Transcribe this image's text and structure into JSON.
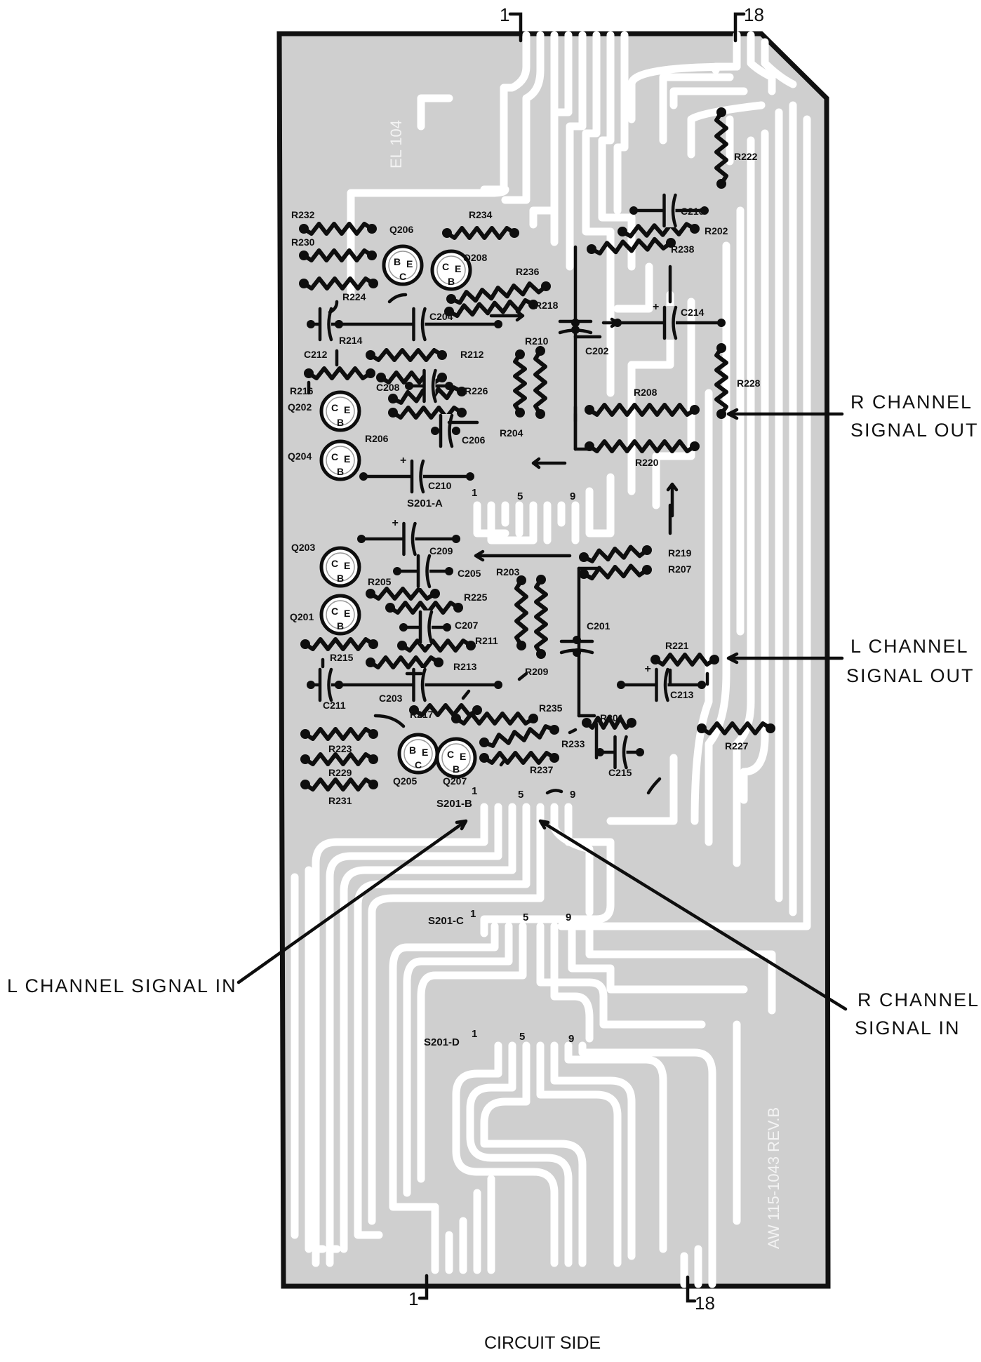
{
  "edge_pins": {
    "top_left": "1",
    "top_right": "18",
    "bottom_left": "1",
    "bottom_right": "18"
  },
  "board_markings": {
    "part_number_top": "EL 104",
    "part_number_bottom": "AW 115-1043 REV.B"
  },
  "callouts": {
    "r_out_1": "R CHANNEL",
    "r_out_2": "SIGNAL OUT",
    "l_out_1": "L CHANNEL",
    "l_out_2": "SIGNAL OUT",
    "l_in": "L CHANNEL SIGNAL IN",
    "r_in_1": "R CHANNEL",
    "r_in_2": "SIGNAL IN"
  },
  "caption": "CIRCUIT SIDE",
  "switch_sections": {
    "a": {
      "name": "S201-A",
      "pins": [
        "1",
        "5",
        "9"
      ]
    },
    "b": {
      "name": "S201-B",
      "pins": [
        "1",
        "5",
        "9"
      ]
    },
    "c": {
      "name": "S201-C",
      "pins": [
        "1",
        "5",
        "9"
      ]
    },
    "d": {
      "name": "S201-D",
      "pins": [
        "1",
        "5",
        "9"
      ]
    }
  },
  "resistors": {
    "R222": "R222",
    "R202": "R202",
    "R238": "R238",
    "R232": "R232",
    "R230": "R230",
    "R234": "R234",
    "R236": "R236",
    "R218": "R218",
    "R224": "R224",
    "R214": "R214",
    "R212": "R212",
    "R210": "R210",
    "R216": "R216",
    "R226": "R226",
    "R206": "R206",
    "R204": "R204",
    "R228": "R228",
    "R208": "R208",
    "R220": "R220",
    "R219": "R219",
    "R207": "R207",
    "R205": "R205",
    "R203": "R203",
    "R225": "R225",
    "R211": "R211",
    "R215": "R215",
    "R213": "R213",
    "R209": "R209",
    "R221": "R221",
    "R217": "R217",
    "R235": "R235",
    "R201": "R201",
    "R223": "R223",
    "R233": "R233",
    "R229": "R229",
    "R237": "R237",
    "R231": "R231",
    "R227": "R227"
  },
  "capacitors": {
    "C216": "C216",
    "C214": "C214",
    "C204": "C204",
    "C212": "C212",
    "C202": "C202",
    "C208": "C208",
    "C206_top": "C206",
    "C210": "C210",
    "C209": "C209",
    "C205": "C205",
    "C207": "C207",
    "C201": "C201",
    "C211": "C211",
    "C203": "C203",
    "C213": "C213",
    "C215": "C215"
  },
  "transistors": {
    "Q206": {
      "name": "Q206",
      "pins": [
        "B",
        "E",
        "C"
      ]
    },
    "Q208": {
      "name": "Q208",
      "pins": [
        "C",
        "E",
        "B"
      ]
    },
    "Q202": {
      "name": "Q202",
      "pins": [
        "C",
        "E",
        "B"
      ]
    },
    "Q204": {
      "name": "Q204",
      "pins": [
        "C",
        "E",
        "B"
      ]
    },
    "Q203": {
      "name": "Q203",
      "pins": [
        "C",
        "E",
        "B"
      ]
    },
    "Q201": {
      "name": "Q201",
      "pins": [
        "C",
        "E",
        "B"
      ]
    },
    "Q205": {
      "name": "Q205",
      "pins": [
        "B",
        "E",
        "C"
      ]
    },
    "Q207": {
      "name": "Q207",
      "pins": [
        "C",
        "E",
        "B"
      ]
    }
  },
  "polarity_mark": "+"
}
